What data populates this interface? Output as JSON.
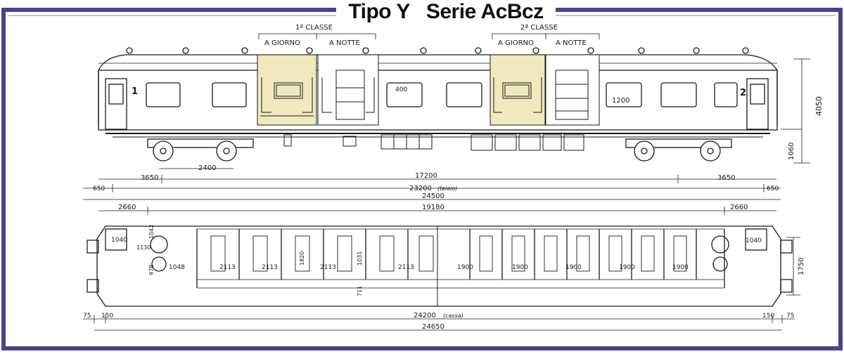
{
  "title": "Tipo Y   Serie AcBcz",
  "colors": {
    "frame": "#4b4483",
    "highlight": "#efe9bd",
    "ink": "#1a1a1a",
    "paper": "#ffffff"
  },
  "side_view": {
    "class1_label": "1ª CLASSE",
    "class2_label": "2ª CLASSE",
    "day_label_1": "A GIORNO",
    "night_label_1": "A NOTTE",
    "day_label_2": "A GIORNO",
    "night_label_2": "A NOTTE",
    "end_number_left": "1",
    "end_number_right": "2",
    "window_mark_400": "400",
    "window_mark_1200": "1200",
    "height_total": "4050",
    "height_floor": "1060"
  },
  "side_dims": {
    "bogie_wheelbase": "2400",
    "overhang_left": "3650",
    "bogie_centres": "17200",
    "overhang_right": "3650",
    "buffer_left": "650",
    "frame_length": "23200",
    "frame_note": "(telaio)",
    "buffer_right": "650",
    "over_buffers": "24500",
    "end_left": "2660",
    "mid": "19180",
    "end_right": "2660"
  },
  "plan_view": {
    "end_width_left": "1040",
    "end_width_right": "1040",
    "toilet_a": "1130",
    "toilet_b": "1042",
    "toilet_c": "978",
    "vestibule": "1048",
    "comp1_width": "2113",
    "comp2_width": "2113",
    "comp3_width": "2113",
    "comp4_width": "2113",
    "berth_a": "1820",
    "berth_b": "1031",
    "corridor": "711",
    "comp5_width": "1900",
    "comp6_width": "1900",
    "comp7_width": "1900",
    "comp8_width": "1900",
    "comp9_width": "1900",
    "body_width": "1750"
  },
  "plan_dims": {
    "left_a": "75",
    "left_b": "150",
    "body_length": "24200",
    "body_note": "(cassa)",
    "right_b": "150",
    "right_a": "75",
    "total_length": "24650"
  }
}
